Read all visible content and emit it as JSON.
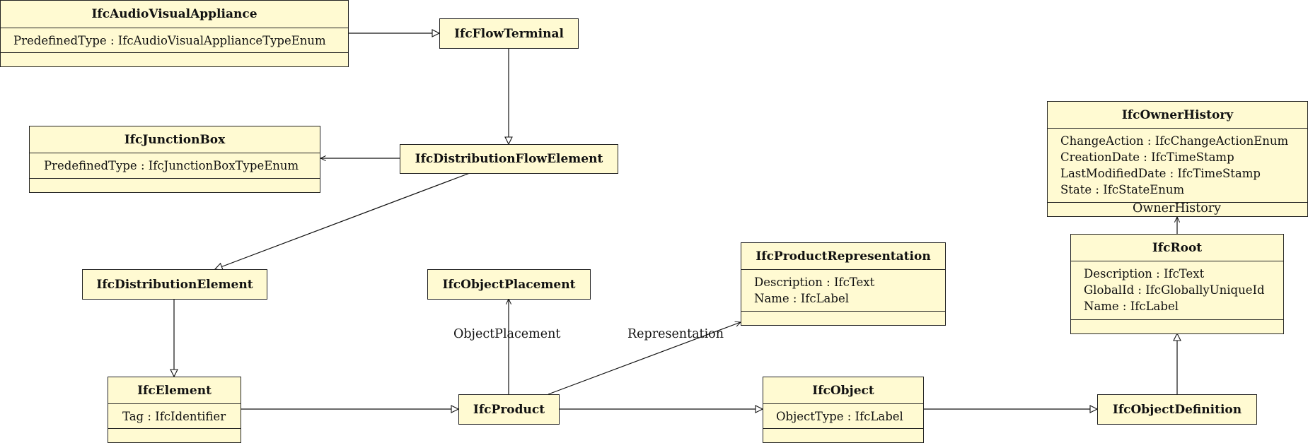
{
  "classes": {
    "audio": {
      "name": "IfcAudioVisualAppliance",
      "attributes": [
        "PredefinedType : IfcAudioVisualApplianceTypeEnum"
      ]
    },
    "flowterminal": {
      "name": "IfcFlowTerminal"
    },
    "junction": {
      "name": "IfcJunctionBox",
      "attributes": [
        "PredefinedType : IfcJunctionBoxTypeEnum"
      ]
    },
    "distflow": {
      "name": "IfcDistributionFlowElement"
    },
    "ownerhistory": {
      "name": "IfcOwnerHistory",
      "attributes": [
        "ChangeAction : IfcChangeActionEnum",
        "CreationDate : IfcTimeStamp",
        "LastModifiedDate : IfcTimeStamp",
        "State : IfcStateEnum"
      ]
    },
    "root": {
      "name": "IfcRoot",
      "attributes": [
        "Description : IfcText",
        "GlobalId : IfcGloballyUniqueId",
        "Name : IfcLabel"
      ]
    },
    "prodrep": {
      "name": "IfcProductRepresentation",
      "attributes": [
        "Description : IfcText",
        "Name : IfcLabel"
      ]
    },
    "distelem": {
      "name": "IfcDistributionElement"
    },
    "objplacement": {
      "name": "IfcObjectPlacement"
    },
    "element": {
      "name": "IfcElement",
      "attributes": [
        "Tag : IfcIdentifier"
      ]
    },
    "product": {
      "name": "IfcProduct"
    },
    "object": {
      "name": "IfcObject",
      "attributes": [
        "ObjectType : IfcLabel"
      ]
    },
    "objdef": {
      "name": "IfcObjectDefinition"
    }
  },
  "labels": {
    "owner_history": "OwnerHistory",
    "object_placement": "ObjectPlacement",
    "representation": "Representation"
  }
}
